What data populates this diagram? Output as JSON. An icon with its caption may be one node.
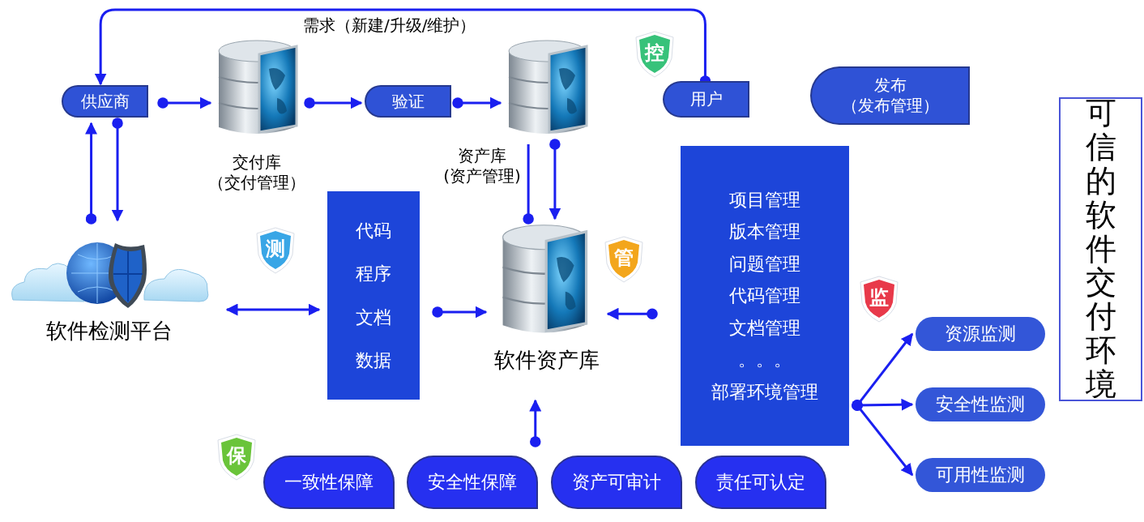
{
  "diagram": {
    "nodes": [
      {
        "text": [
          "供应商"
        ]
      },
      {
        "text": [],
        "shape": "cylinder",
        "beside": [
          "交付库",
          "（交付管理）"
        ]
      },
      {
        "text": [
          "验证"
        ]
      },
      {
        "text": [],
        "shape": "cylinder",
        "beside": [
          "资产库",
          "(资产管理)"
        ]
      },
      {
        "text": [
          "用户"
        ]
      },
      {
        "text": [
          "发布",
          "（发布管理）"
        ]
      },
      {
        "text": [
          "代码",
          "程序",
          "文档",
          "数据"
        ]
      },
      {
        "text": [],
        "shape": "cylinder",
        "beside": [
          "软件资产库"
        ]
      },
      {
        "text": [
          "项目管理",
          "版本管理",
          "问题管理",
          "代码管理",
          "文档管理",
          "。。。",
          "部署环境管理"
        ]
      },
      {
        "text": [],
        "shape": "picture",
        "beside": [
          "软件检测平台"
        ]
      },
      {
        "text": [
          "一致性保障"
        ]
      },
      {
        "text": [
          "安全性保障"
        ]
      },
      {
        "text": [
          "资产可审计"
        ]
      },
      {
        "text": [
          "责任可认定"
        ]
      },
      {
        "text": [
          "资源监测"
        ]
      },
      {
        "text": [
          "安全性监测"
        ]
      },
      {
        "text": [
          "可用性监测"
        ]
      },
      {
        "text": [
          "可信的软件交付环境"
        ]
      }
    ],
    "edges": [
      {
        "from": 4,
        "to": 0,
        "arrow": "to",
        "label": "需求（新建/升级/维护）"
      },
      {
        "from": 0,
        "to": 1,
        "arrow": "to"
      },
      {
        "from": 1,
        "to": 2,
        "arrow": "to"
      },
      {
        "from": 2,
        "to": 3,
        "arrow": "to"
      },
      {
        "from": 9,
        "to": 0,
        "arrow": "to"
      },
      {
        "from": 0,
        "to": 9,
        "arrow": "to"
      },
      {
        "from": 7,
        "to": 3,
        "arrow": "other"
      },
      {
        "from": 3,
        "to": 7,
        "arrow": "to"
      },
      {
        "from": 9,
        "to": 6,
        "arrow": "both"
      },
      {
        "from": 6,
        "to": 7,
        "arrow": "to"
      },
      {
        "from": 8,
        "to": 7,
        "arrow": "to"
      },
      {
        "from": 11,
        "to": 7,
        "arrow": "to"
      },
      {
        "from": 8,
        "to": 14,
        "arrow": "to"
      },
      {
        "from": 8,
        "to": 15,
        "arrow": "to"
      },
      {
        "from": 8,
        "to": 16,
        "arrow": "to"
      }
    ],
    "labels": [
      "控",
      "测",
      "管",
      "保",
      "监"
    ]
  }
}
